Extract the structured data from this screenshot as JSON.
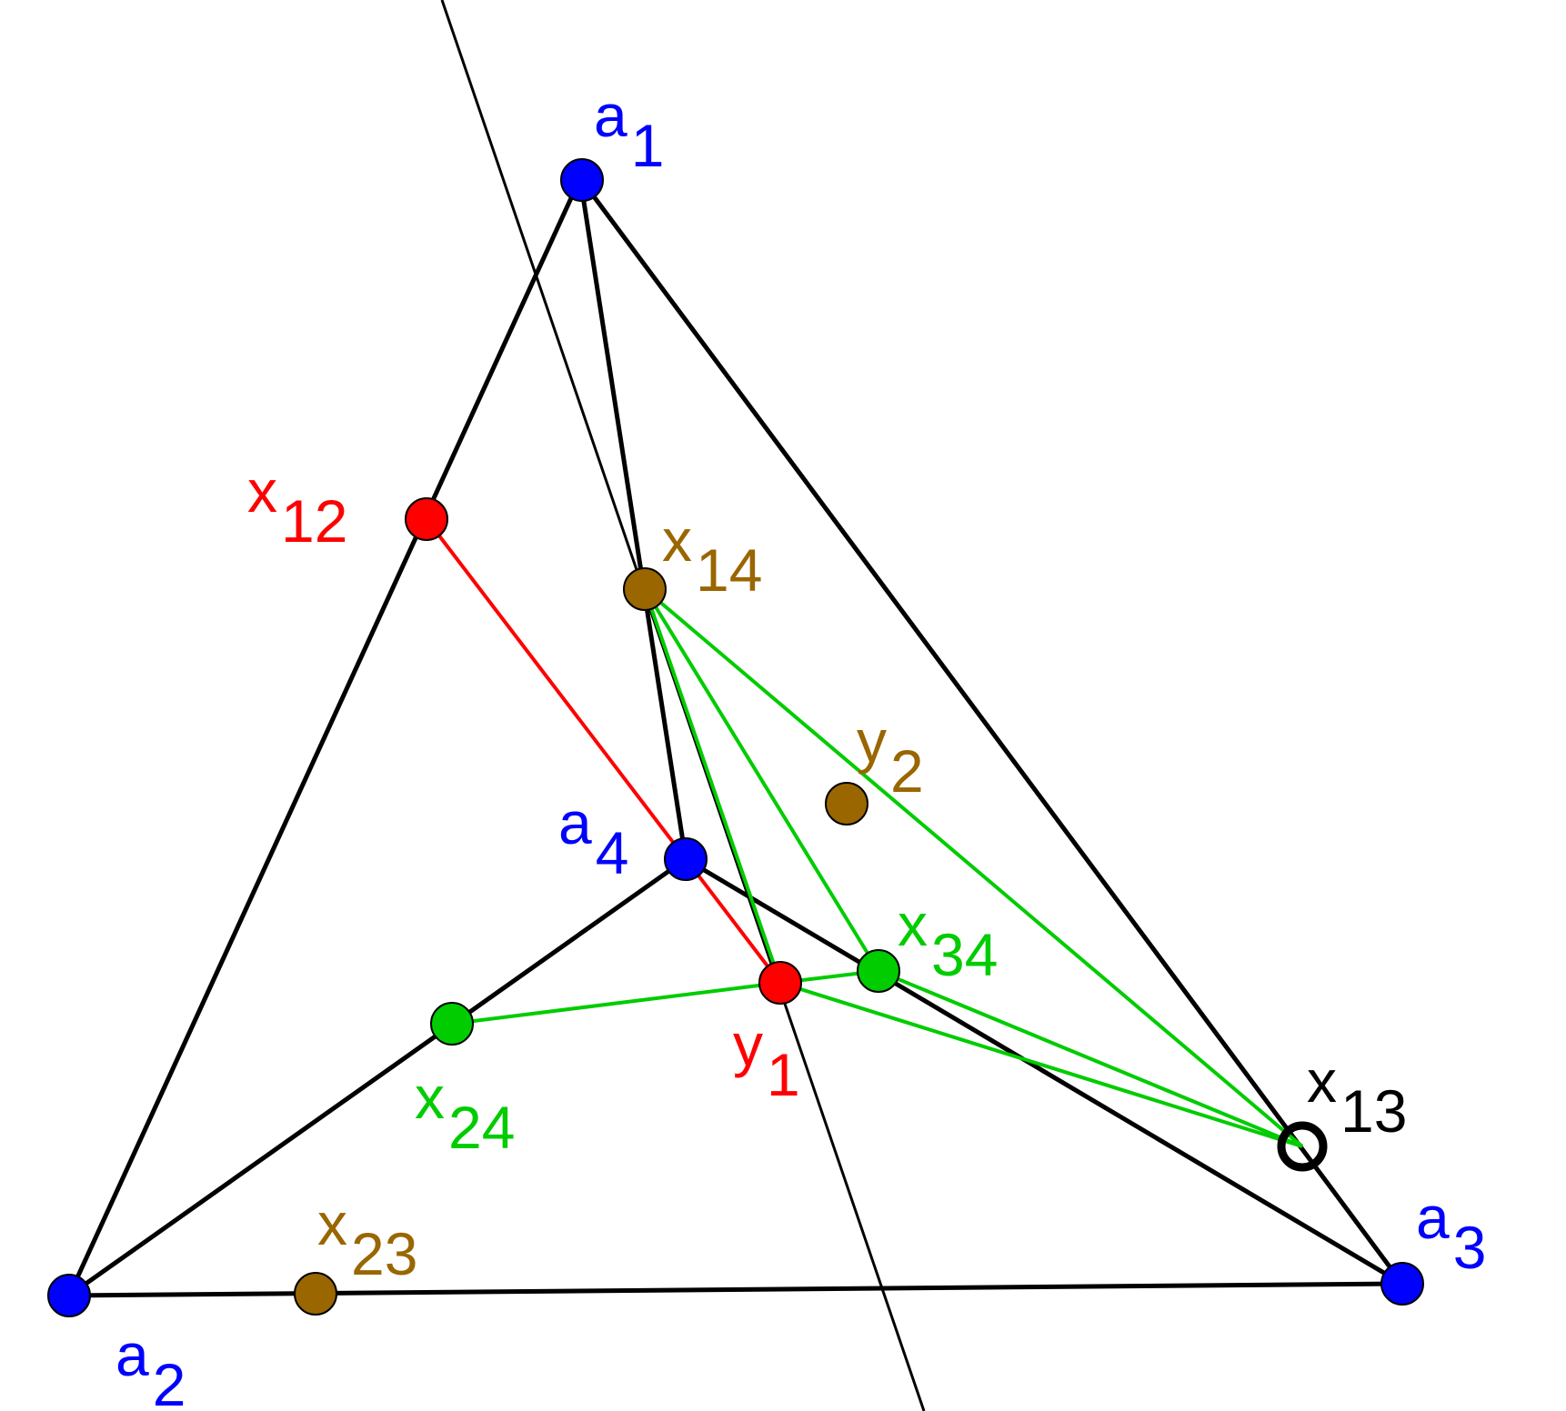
{
  "colors": {
    "vertex": "#0000ff",
    "red": "#ff0000",
    "brown": "#996600",
    "green": "#00cc00",
    "black": "#000000"
  },
  "labels": {
    "a1": {
      "main": "a",
      "sub": "1"
    },
    "a2": {
      "main": "a",
      "sub": "2"
    },
    "a3": {
      "main": "a",
      "sub": "3"
    },
    "a4": {
      "main": "a",
      "sub": "4"
    },
    "x12": {
      "main": "x",
      "sub": "12"
    },
    "x13": {
      "main": "x",
      "sub": "13"
    },
    "x14": {
      "main": "x",
      "sub": "14"
    },
    "x23": {
      "main": "x",
      "sub": "23"
    },
    "x24": {
      "main": "x",
      "sub": "24"
    },
    "x34": {
      "main": "x",
      "sub": "34"
    },
    "y1": {
      "main": "y",
      "sub": "1"
    },
    "y2": {
      "main": "y",
      "sub": "2"
    }
  }
}
